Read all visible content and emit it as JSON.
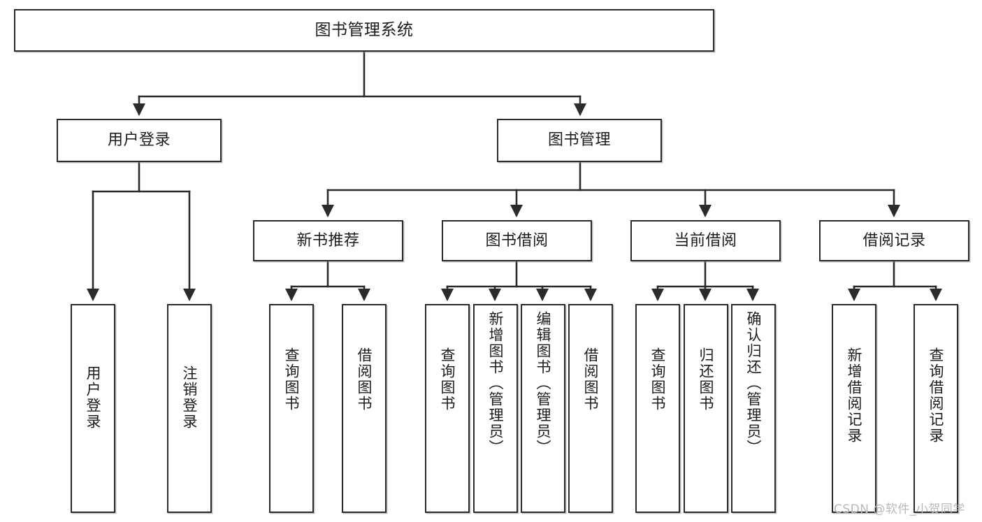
{
  "diagram": {
    "title": "图书管理系统",
    "type": "tree-hierarchy-diagram",
    "watermark": "CSDN @软件_小贺同学",
    "colors": {
      "stroke": "#2b2b2b",
      "fill": "#ffffff",
      "text": "#1c1c1c",
      "watermark": "#b9b9b9",
      "background": "#ffffff"
    },
    "nodes": {
      "root": {
        "label": "图书管理系统"
      },
      "level2": [
        {
          "id": "user-login",
          "label": "用户登录"
        },
        {
          "id": "book-management",
          "label": "图书管理"
        }
      ],
      "level3": [
        {
          "id": "new-book-recommend",
          "label": "新书推荐"
        },
        {
          "id": "book-borrow",
          "label": "图书借阅"
        },
        {
          "id": "current-borrow",
          "label": "当前借阅"
        },
        {
          "id": "borrow-record",
          "label": "借阅记录"
        }
      ],
      "leaves": {
        "user_login": [
          {
            "id": "leaf-user-login",
            "label": "用户登录"
          },
          {
            "id": "leaf-logout-login",
            "label": "注销登录"
          }
        ],
        "new_book_recommend": [
          {
            "id": "leaf-query-book-1",
            "label": "查询图书"
          },
          {
            "id": "leaf-borrow-book-1",
            "label": "借阅图书"
          }
        ],
        "book_borrow": [
          {
            "id": "leaf-query-book-2",
            "label": "查询图书"
          },
          {
            "id": "leaf-add-book-admin",
            "label": "新增图书（管理员）"
          },
          {
            "id": "leaf-edit-book-admin",
            "label": "编辑图书（管理员）"
          },
          {
            "id": "leaf-borrow-book-2",
            "label": "借阅图书"
          }
        ],
        "current_borrow": [
          {
            "id": "leaf-query-book-3",
            "label": "查询图书"
          },
          {
            "id": "leaf-return-book",
            "label": "归还图书"
          },
          {
            "id": "leaf-confirm-return-admin",
            "label": "确认归还（管理员）"
          }
        ],
        "borrow_record": [
          {
            "id": "leaf-add-borrow-record",
            "label": "新增借阅记录"
          },
          {
            "id": "leaf-query-borrow-record",
            "label": "查询借阅记录"
          }
        ]
      }
    }
  }
}
